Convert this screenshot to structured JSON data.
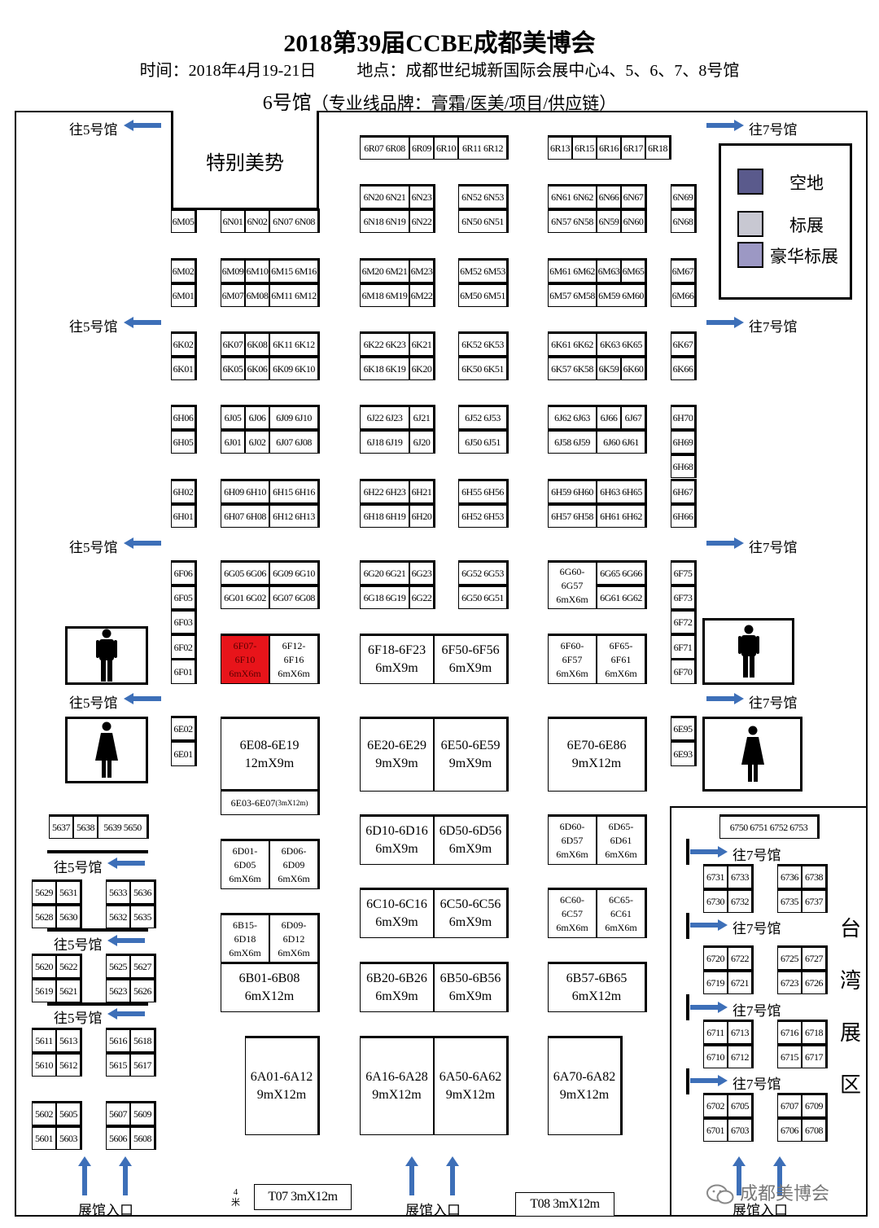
{
  "header": {
    "title": "2018第39届CCBE成都美博会",
    "time": "时间：2018年4月19-21日",
    "location": "地点：成都世纪城新国际会展中心4、5、6、7、8号馆",
    "hall": "6号馆",
    "hall_note": "（专业线品牌：膏霜/医美/项目/供应链）"
  },
  "legend": {
    "items": [
      {
        "label": "空地",
        "color": "#5a5a8c"
      },
      {
        "label": "标展",
        "color": "#c8c8d2"
      },
      {
        "label": "豪华标展",
        "color": "#9c98c4"
      }
    ]
  },
  "labels": {
    "to_hall5": "往5号馆",
    "to_hall7": "往7号馆",
    "entrance": "展馆入口",
    "special": "特别美势",
    "taiwan": [
      "台",
      "湾",
      "展",
      "区"
    ],
    "gap_4": "4",
    "gap_m": "米",
    "watermark": "成都美博会"
  },
  "booths": {
    "r1": [
      "6R07 6R08",
      "6R09",
      "6R10",
      "6R11 6R12",
      "6R13",
      "6R15",
      "6R16",
      "6R17",
      "6R18"
    ],
    "n": [
      "6M05",
      "6N01",
      "6N02",
      "6N07 6N08",
      "6N20 6N21",
      "6N23",
      "6N18 6N19",
      "6N22",
      "6N52 6N53",
      "6N50 6N51",
      "6N61 6N62",
      "6N66",
      "6N67",
      "6N57 6N58",
      "6N59",
      "6N60",
      "6N69",
      "6N68"
    ],
    "m": [
      "6M02",
      "6M01",
      "6M09",
      "6M10",
      "6M15 6M16",
      "6M07",
      "6M08",
      "6M11 6M12",
      "6M20 6M21",
      "6M23",
      "6M18 6M19",
      "6M22",
      "6M52 6M53",
      "6M50 6M51",
      "6M61 6M62",
      "6M63",
      "6M65",
      "6M57 6M58",
      "6M59 6M60",
      "6M67",
      "6M66"
    ],
    "k": [
      "6K02",
      "6K01",
      "6K07",
      "6K08",
      "6K11 6K12",
      "6K05",
      "6K06",
      "6K09 6K10",
      "6K22 6K23",
      "6K21",
      "6K18 6K19",
      "6K20",
      "6K52 6K53",
      "6K50 6K51",
      "6K61 6K62",
      "6K63 6K65",
      "6K57 6K58",
      "6K59",
      "6K60",
      "6K67",
      "6K66"
    ],
    "j": [
      "6H06",
      "6H05",
      "6J05",
      "6J06",
      "6J09 6J10",
      "6J01",
      "6J02",
      "6J07 6J08",
      "6J22 6J23",
      "6J21",
      "6J18 6J19",
      "6J20",
      "6J52 6J53",
      "6J50 6J51",
      "6J62 6J63",
      "6J66",
      "6J67",
      "6J58 6J59",
      "6J60 6J61",
      "6H70",
      "6H69",
      "6H68"
    ],
    "h": [
      "6H02",
      "6H01",
      "6H09 6H10",
      "6H15 6H16",
      "6H07 6H08",
      "6H12 6H13",
      "6H22 6H23",
      "6H21",
      "6H18 6H19",
      "6H20",
      "6H55 6H56",
      "6H52 6H53",
      "6H59 6H60",
      "6H63 6H65",
      "6H57 6H58",
      "6H61 6H62",
      "6H67",
      "6H66"
    ],
    "g": [
      "6F06",
      "6F05",
      "6F03",
      "6F02",
      "6F01",
      "6G05 6G06",
      "6G09 6G10",
      "6G01 6G02",
      "6G07 6G08",
      "6G20 6G21",
      "6G23",
      "6G18 6G19",
      "6G22",
      "6G52 6G53",
      "6G50 6G51",
      "6G65 6G66",
      "6G61 6G62",
      "6F75",
      "6F73",
      "6F72",
      "6F71",
      "6F70"
    ],
    "g60": [
      "6G60-",
      "6G57",
      "6mX6m"
    ],
    "f07": [
      "6F07-",
      "6F10",
      "6mX6m"
    ],
    "f12": [
      "6F12-",
      "6F16",
      "6mX6m"
    ],
    "f18": [
      "6F18-6F23",
      "6mX9m"
    ],
    "f50": [
      "6F50-6F56",
      "6mX9m"
    ],
    "f60": [
      "6F60-",
      "6F57",
      "6mX6m"
    ],
    "f65": [
      "6F65-",
      "6F61",
      "6mX6m"
    ],
    "e_small": [
      "6E02",
      "6E01",
      "6E95",
      "6E93"
    ],
    "e08": [
      "6E08-6E19",
      "12mX9m"
    ],
    "e03": "6E03-6E07",
    "e03_size": "(3mX12m)",
    "e20": [
      "6E20-6E29",
      "9mX9m"
    ],
    "e50": [
      "6E50-6E59",
      "9mX9m"
    ],
    "e70": [
      "6E70-6E86",
      "9mX12m"
    ],
    "d01": [
      "6D01-",
      "6D05",
      "6mX6m"
    ],
    "d06": [
      "6D06-",
      "6D09",
      "6mX6m"
    ],
    "d10": [
      "6D10-6D16",
      "6mX9m"
    ],
    "d50": [
      "6D50-6D56",
      "6mX9m"
    ],
    "d60": [
      "6D60-",
      "6D57",
      "6mX6m"
    ],
    "d65": [
      "6D65-",
      "6D61",
      "6mX6m"
    ],
    "c10": [
      "6C10-6C16",
      "6mX9m"
    ],
    "c50": [
      "6C50-6C56",
      "6mX9m"
    ],
    "c60": [
      "6C60-",
      "6C57",
      "6mX6m"
    ],
    "c65": [
      "6C65-",
      "6C61",
      "6mX6m"
    ],
    "b15": [
      "6B15-",
      "6D18",
      "6mX6m"
    ],
    "b09": [
      "6D09-",
      "6D12",
      "6mX6m"
    ],
    "b01": [
      "6B01-6B08",
      "6mX12m"
    ],
    "b20": [
      "6B20-6B26",
      "6mX9m"
    ],
    "b50": [
      "6B50-6B56",
      "6mX9m"
    ],
    "b57": [
      "6B57-6B65",
      "6mX12m"
    ],
    "a01": [
      "6A01-6A12",
      "9mX12m"
    ],
    "a16": [
      "6A16-6A28",
      "9mX12m"
    ],
    "a50": [
      "6A50-6A62",
      "9mX12m"
    ],
    "a70": [
      "6A70-6A82",
      "9mX12m"
    ],
    "t07": "T07  3mX12m",
    "t08": "T08  3mX12m",
    "hall5": [
      "5637",
      "5638",
      "5639 5650",
      "5629",
      "5631",
      "5633",
      "5636",
      "5628",
      "5630",
      "5632",
      "5635",
      "5620",
      "5622",
      "5625",
      "5627",
      "5619",
      "5621",
      "5623",
      "5626",
      "5611",
      "5613",
      "5616",
      "5618",
      "5610",
      "5612",
      "5615",
      "5617",
      "5602",
      "5605",
      "5607",
      "5609",
      "5601",
      "5603",
      "5606",
      "5608"
    ],
    "hall7": [
      "6750 6751 6752 6753",
      "6731",
      "6733",
      "6736",
      "6738",
      "6730",
      "6732",
      "6735",
      "6737",
      "6720",
      "6722",
      "6725",
      "6727",
      "6719",
      "6721",
      "6723",
      "6726",
      "6711",
      "6713",
      "6716",
      "6718",
      "6710",
      "6712",
      "6715",
      "6717",
      "6702",
      "6705",
      "6707",
      "6709",
      "6701",
      "6703",
      "6706",
      "6708"
    ]
  }
}
